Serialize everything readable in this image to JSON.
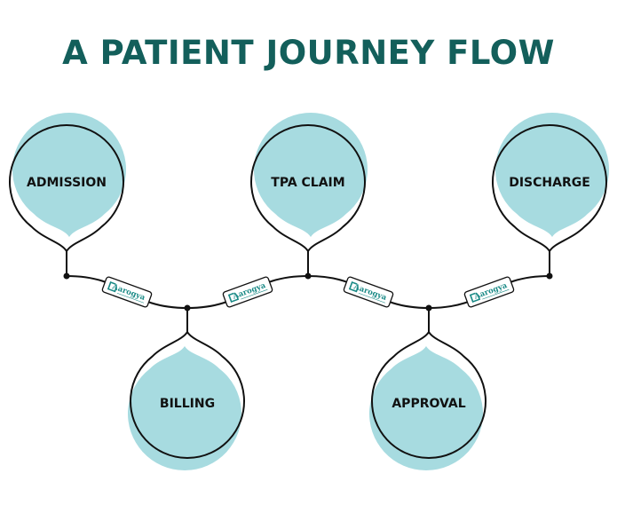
{
  "title": "A PATIENT JOURNEY FLOW",
  "colors": {
    "title": "#135f5b",
    "bubble_fill": "#a7dbe0",
    "outline": "#111111",
    "tag_text": "#1a8a86"
  },
  "steps": [
    {
      "label": "ADMISSION",
      "position": "top"
    },
    {
      "label": "BILLING",
      "position": "bottom"
    },
    {
      "label": "TPA CLAIM",
      "position": "top"
    },
    {
      "label": "APPROVAL",
      "position": "bottom"
    },
    {
      "label": "DISCHARGE",
      "position": "top"
    }
  ],
  "connector_tags": [
    {
      "text": "Aarogya",
      "icon": "logo-icon"
    },
    {
      "text": "Aarogya",
      "icon": "logo-icon"
    },
    {
      "text": "Aarogya",
      "icon": "logo-icon"
    },
    {
      "text": "Aarogya",
      "icon": "logo-icon"
    }
  ]
}
